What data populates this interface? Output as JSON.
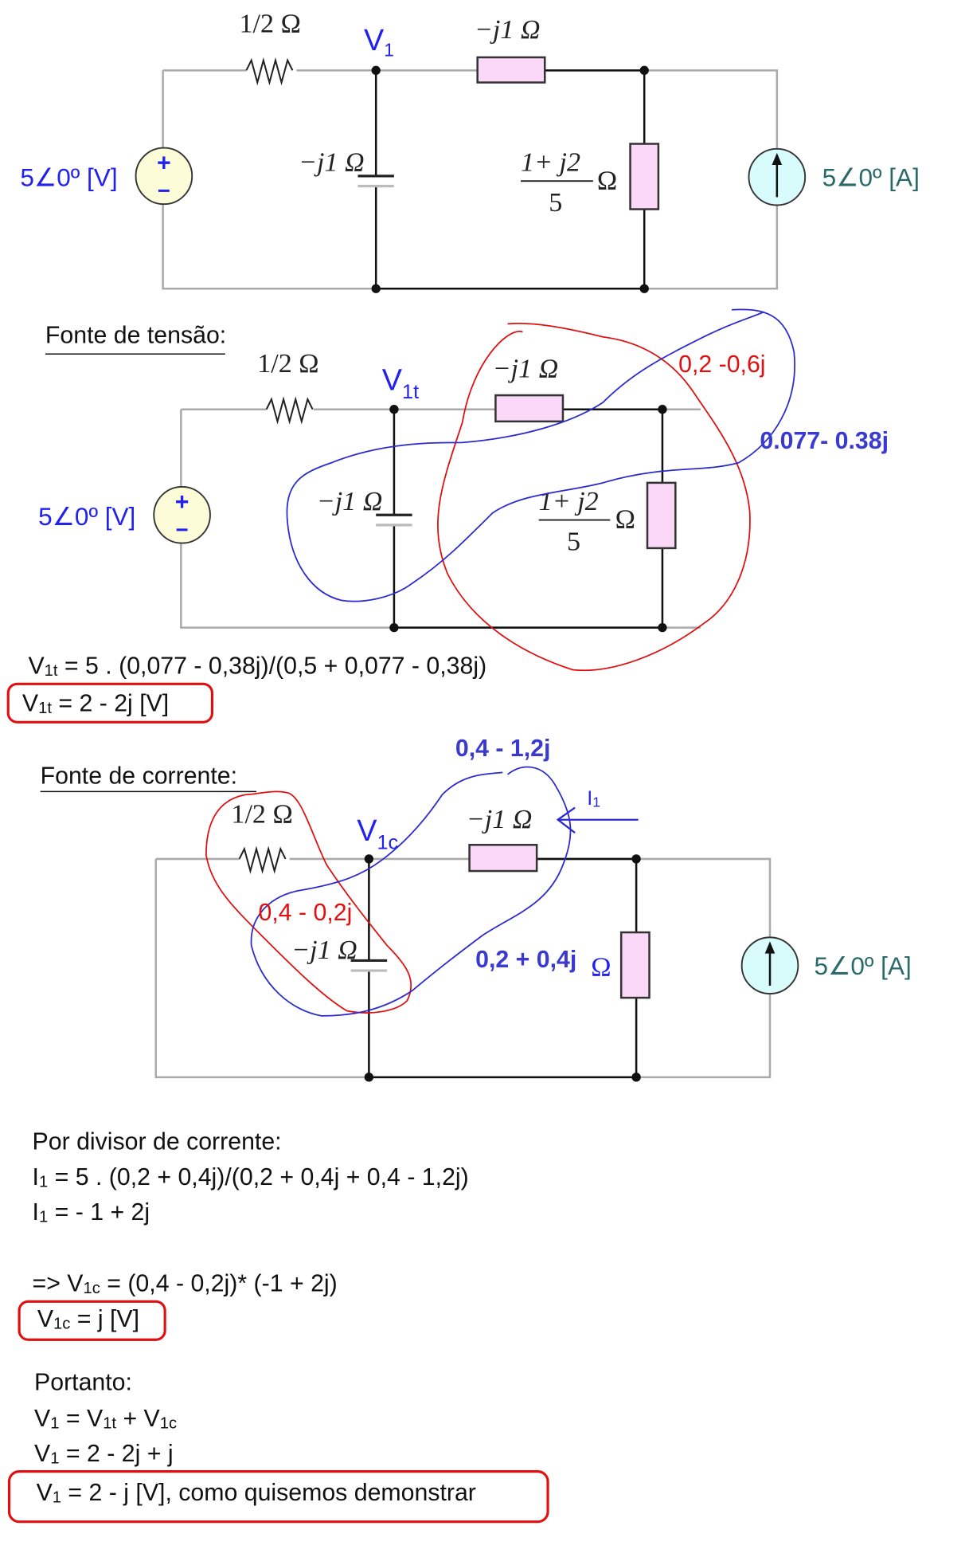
{
  "circuit1": {
    "r_label": "1/2 Ω",
    "node_label": "V",
    "node_sub": "1",
    "l_label": "−j1 Ω",
    "c_label": "−j1 Ω",
    "z_num": "1+ j2",
    "z_den": "5",
    "z_unit": "Ω",
    "vsource_label": "5∠0º  [V]",
    "isource_label": "5∠0º  [A]",
    "plus": "+",
    "minus": "−"
  },
  "section_voltage": {
    "heading": "Fonte de tensão:",
    "r_label": "1/2 Ω",
    "node_label": "V",
    "node_sub": "1t",
    "l_label": "−j1 Ω",
    "c_label": "−j1 Ω",
    "z_num": "1+ j2",
    "z_den": "5",
    "z_unit": "Ω",
    "vsource_label": "5∠0º  [V]",
    "plus": "+",
    "minus": "−",
    "annot_red": "0,2 -0,6j",
    "annot_blue": "0.077- 0.38j",
    "eq1": {
      "var": "V",
      "sub": "1t",
      "rest": " = 5 . (0,077 - 0,38j)/(0,5 + 0,077 - 0,38j)"
    },
    "eq2": {
      "var": "V",
      "sub": "1t",
      "rest": " = 2 - 2j   [V]"
    }
  },
  "section_current": {
    "heading": "Fonte de corrente:",
    "r_label": "1/2 Ω",
    "node_label": "V",
    "node_sub": "1c",
    "l_label": "−j1 Ω",
    "c_label": "−j1 Ω",
    "z_label": "0,2 + 0,4j",
    "z_unit": "Ω",
    "isource_label": "5∠0º  [A]",
    "annot_blue_top": "0,4 - 1,2j",
    "annot_red": "0,4 - 0,2j",
    "current_label": "I",
    "current_sub": "1"
  },
  "solution": {
    "divider_title": "Por divisor de corrente:",
    "eq1": {
      "var": "I",
      "sub": "1",
      "rest": " = 5 . (0,2 + 0,4j)/(0,2 + 0,4j + 0,4 - 1,2j)"
    },
    "eq2": {
      "var": "I",
      "sub": "1",
      "rest": " = - 1 + 2j"
    },
    "eq3": {
      "pre": "=>  V",
      "sub": "1c",
      "rest": " = (0,4 - 0,2j)* (-1 + 2j)"
    },
    "eq4": {
      "var": "V",
      "sub": "1c",
      "rest": " = j [V]"
    },
    "portanto": "Portanto:",
    "eq5": {
      "var": "V",
      "sub": "1",
      "mid": " = V",
      "sub2": "1t",
      "mid2": " + V",
      "sub3": "1c"
    },
    "eq6": {
      "var": "V",
      "sub": "1",
      "rest": " = 2 - 2j + j"
    },
    "eq7": {
      "var": "V",
      "sub": "1",
      "rest": " =  2 - j [V], como quisemos demonstrar"
    }
  }
}
